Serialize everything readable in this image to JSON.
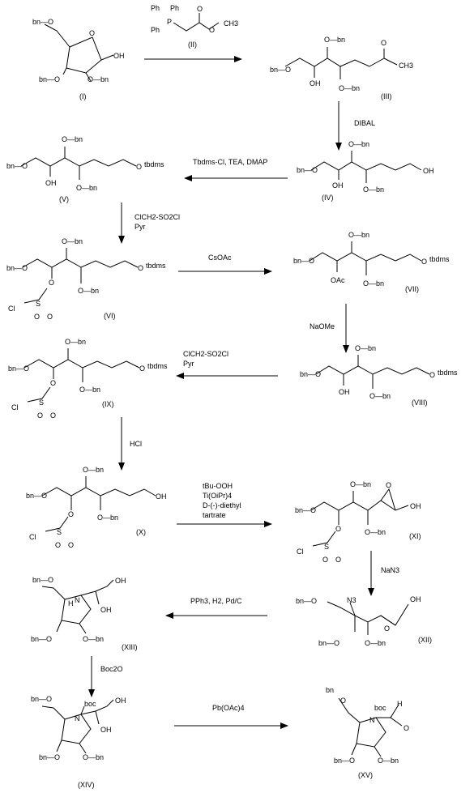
{
  "compounds": {
    "c1": "(I)",
    "c2": "(II)",
    "c3": "(III)",
    "c4": "(IV)",
    "c5": "(V)",
    "c6": "(VI)",
    "c7": "(VII)",
    "c8": "(VIII)",
    "c9": "(IX)",
    "c10": "(X)",
    "c11": "(XI)",
    "c12": "(XII)",
    "c13": "(XIII)",
    "c14": "(XIV)",
    "c15": "(XV)"
  },
  "reagents": {
    "r1": "DIBAL",
    "r2": "Tbdms-Cl, TEA, DMAP",
    "r3a": "ClCH2-SO2Cl",
    "r3b": "Pyr",
    "r4": "CsOAc",
    "r5": "NaOMe",
    "r6a": "ClCH2-SO2Cl",
    "r6b": "Pyr",
    "r7": "HCl",
    "r8a": "tBu-OOH",
    "r8b": "Ti(OiPr)4",
    "r8c": "D-(-)-diethyl",
    "r8d": "tartrate",
    "r9": "NaN3",
    "r10": "PPh3, H2, Pd/C",
    "r11": "Boc2O",
    "r12": "Pb(OAc)4"
  },
  "atoms": {
    "bn": "bn",
    "bnO": "bn—O",
    "Obn": "O—bn",
    "O": "O",
    "OH": "OH",
    "tbdms": "tbdms",
    "OAc": "OAc",
    "Cl": "Cl",
    "S": "S",
    "N": "N",
    "H": "H",
    "N3": "N3",
    "boc": "boc",
    "Ph": "Ph",
    "P": "P",
    "CH3": "CH3"
  }
}
